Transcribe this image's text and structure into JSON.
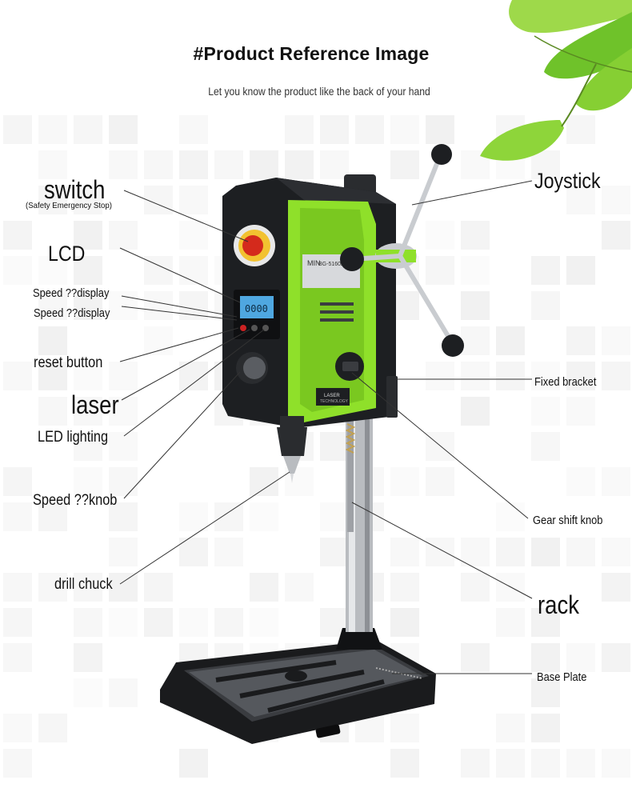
{
  "header": {
    "title": "#Product Reference Image",
    "subtitle": "Let you know the product like the back of your hand"
  },
  "labels": {
    "switch": "switch",
    "switch_note": "(Safety Emergency Stop)",
    "lcd": "LCD",
    "speed_display_1": "Speed ??display",
    "speed_display_2": "Speed ??display",
    "reset_button": "reset button",
    "laser": "laser",
    "led_lighting": "LED lighting",
    "speed_knob": "Speed ??knob",
    "drill_chuck": "drill chuck",
    "joystick": "Joystick",
    "fixed_bracket": "Fixed bracket",
    "gear_shift_knob": "Gear shift knob",
    "rack": "rack",
    "base_plate": "Base Plate"
  },
  "product": {
    "body_colors": {
      "housing": "#1d1f22",
      "panel": "#8fe02a",
      "metal": "#c9ccd0"
    },
    "lcd_text": "0000",
    "laser_badge": "LASER",
    "laser_badge_sub": "TECHNOLOGY",
    "brand_plate": "MIN",
    "model_plate": "BG-5160A"
  },
  "icons": [
    "leaf-icon"
  ]
}
